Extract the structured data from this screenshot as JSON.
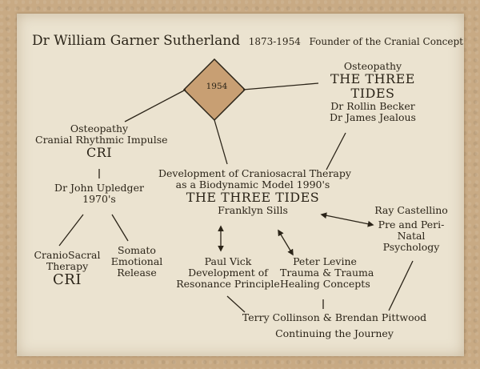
{
  "title": {
    "name": "Dr William Garner Sutherland",
    "years": "1873-1954",
    "subtitle": "Founder of the Cranial Concept"
  },
  "diamond": {
    "label": "1954"
  },
  "nodes": {
    "three_tides_top": {
      "lines": [
        "Osteopathy",
        "THE THREE",
        "TIDES",
        "Dr Rollin Becker",
        "Dr James Jealous"
      ]
    },
    "cri_osteopathy": {
      "lines": [
        "Osteopathy",
        "Cranial Rhythmic Impulse",
        "CRI"
      ]
    },
    "upledger": {
      "lines": [
        "Dr John Upledger",
        "1970's"
      ]
    },
    "craniosacral_therapy": {
      "lines": [
        "CranioSacral",
        "Therapy",
        "CRI"
      ]
    },
    "somato_emotional": {
      "lines": [
        "Somato",
        "Emotional",
        "Release"
      ]
    },
    "biodynamic": {
      "lines": [
        "Development of Craniosacral Therapy",
        "as a Biodynamic Model 1990's",
        "THE THREE TIDES",
        "Franklyn Sills"
      ]
    },
    "castellino": {
      "lines": [
        "Ray Castellino",
        "Pre and Peri-",
        "Natal",
        "Psychology"
      ]
    },
    "paul_vick": {
      "lines": [
        "Paul Vick",
        "Development of",
        "Resonance Principle"
      ]
    },
    "peter_levine": {
      "lines": [
        "Peter Levine",
        "Trauma & Trauma",
        "Healing Concepts"
      ]
    },
    "collinson": {
      "lines": [
        "Terry Collinson & Brendan Pittwood",
        "Continuing the Journey"
      ]
    }
  },
  "colors": {
    "diamond_fill": "#c89f73",
    "ink": "#2b2418",
    "paper": "#ebe3d0",
    "frame": "#c8aa84"
  }
}
